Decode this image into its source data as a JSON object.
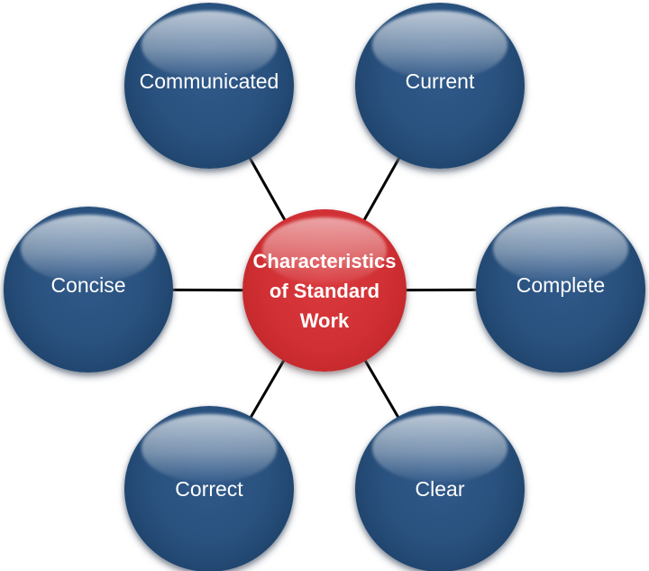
{
  "diagram": {
    "title": "Characteristics of Standard Work",
    "center_node": {
      "label": "Characteristics\nof Standard\nWork"
    },
    "nodes": [
      {
        "id": "communicated",
        "label": "Communicated"
      },
      {
        "id": "current",
        "label": "Current"
      },
      {
        "id": "concise",
        "label": "Concise"
      },
      {
        "id": "complete",
        "label": "Complete"
      },
      {
        "id": "correct",
        "label": "Correct"
      },
      {
        "id": "clear",
        "label": "Clear"
      }
    ],
    "colors": {
      "background": "#ffffff",
      "node_fill": "#2a527f",
      "node_rim": "#122c4e",
      "center_fill": "#d02f33",
      "center_rim": "#a51e22",
      "connector": "#000000",
      "label_text": "#ffffff"
    }
  }
}
